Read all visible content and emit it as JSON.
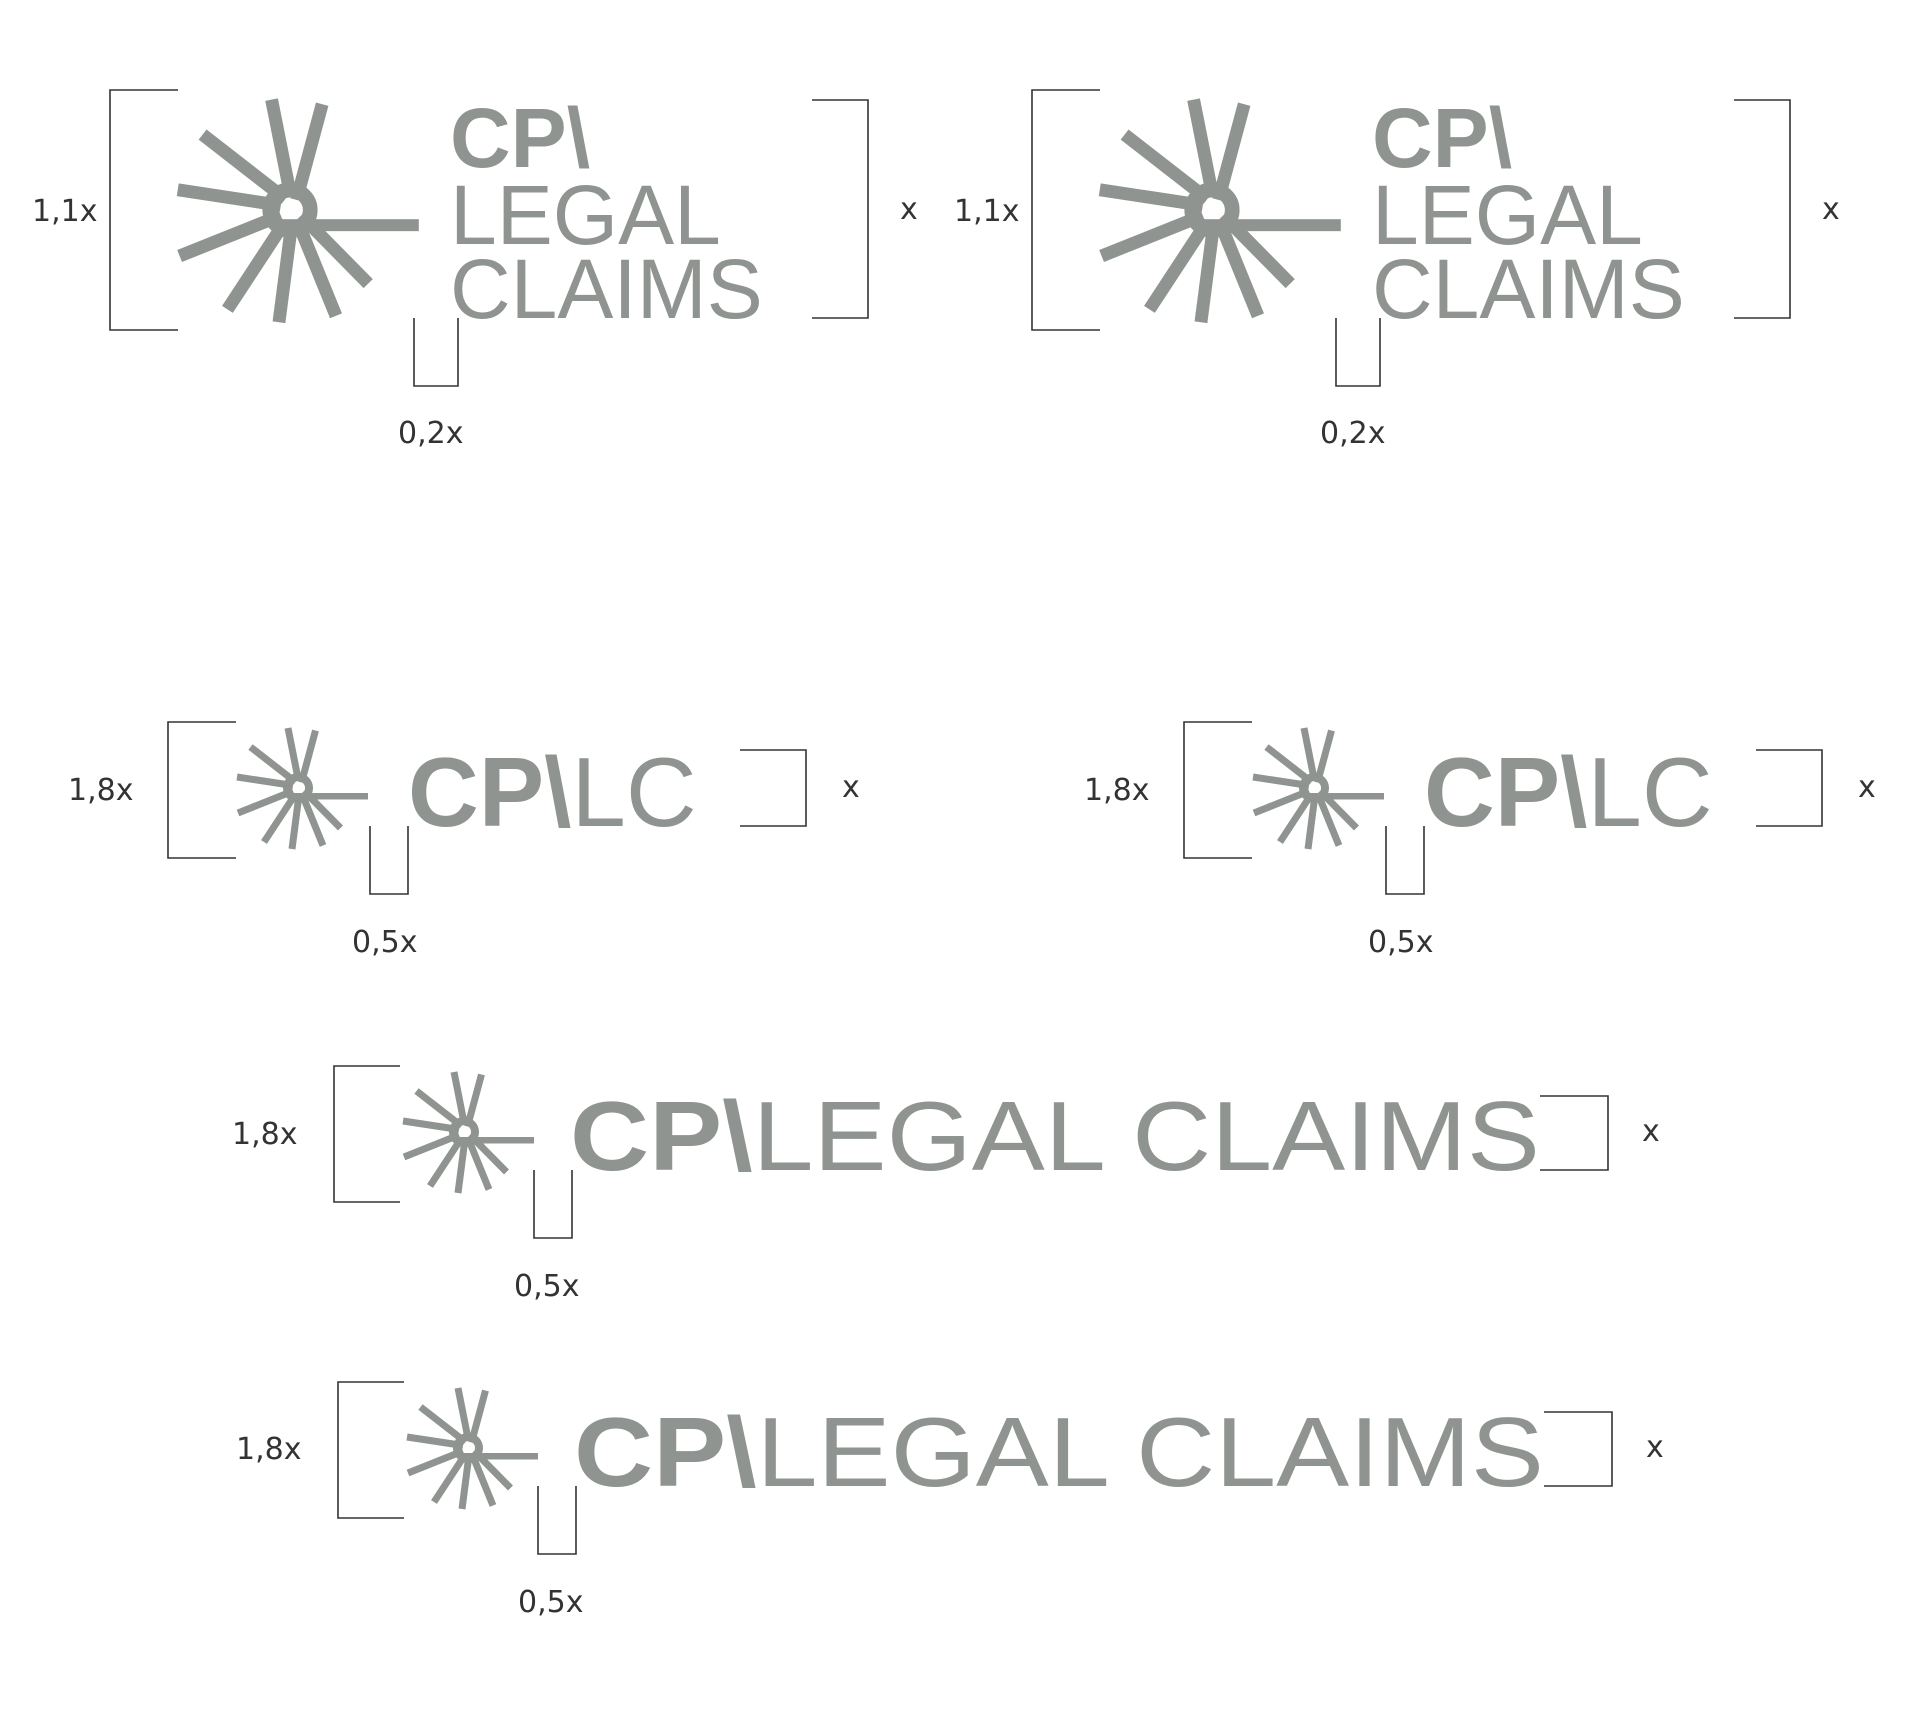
{
  "colors": {
    "logo_gray": "#8f9491",
    "lines": "#333333",
    "background": "#ffffff"
  },
  "icons": {
    "logo_mark": "radial-burst-icon"
  },
  "stacked_1": {
    "height_label": "1,1x",
    "x_label": "x",
    "gap_label": "0,2x",
    "wordmark": {
      "line1": "CP\\",
      "line2": "LEGAL",
      "line3": "CLAIMS"
    }
  },
  "stacked_2": {
    "height_label": "1,1x",
    "x_label": "x",
    "gap_label": "0,2x",
    "wordmark": {
      "line1": "CP\\",
      "line2": "LEGAL",
      "line3": "CLAIMS"
    }
  },
  "short_1": {
    "height_label": "1,8x",
    "x_label": "x",
    "gap_label": "0,5x",
    "wordmark": {
      "bold": "CP\\",
      "light": "LC"
    }
  },
  "short_2": {
    "height_label": "1,8x",
    "x_label": "x",
    "gap_label": "0,5x",
    "wordmark": {
      "bold": "CP\\",
      "light": "LC"
    }
  },
  "long_1": {
    "height_label": "1,8x",
    "x_label": "x",
    "gap_label": "0,5x",
    "wordmark": {
      "bold": "CP\\",
      "light": "LEGAL CLAIMS"
    }
  },
  "long_2": {
    "height_label": "1,8x",
    "x_label": "x",
    "gap_label": "0,5x",
    "wordmark": {
      "bold": "CP\\",
      "light": "LEGAL CLAIMS"
    }
  }
}
